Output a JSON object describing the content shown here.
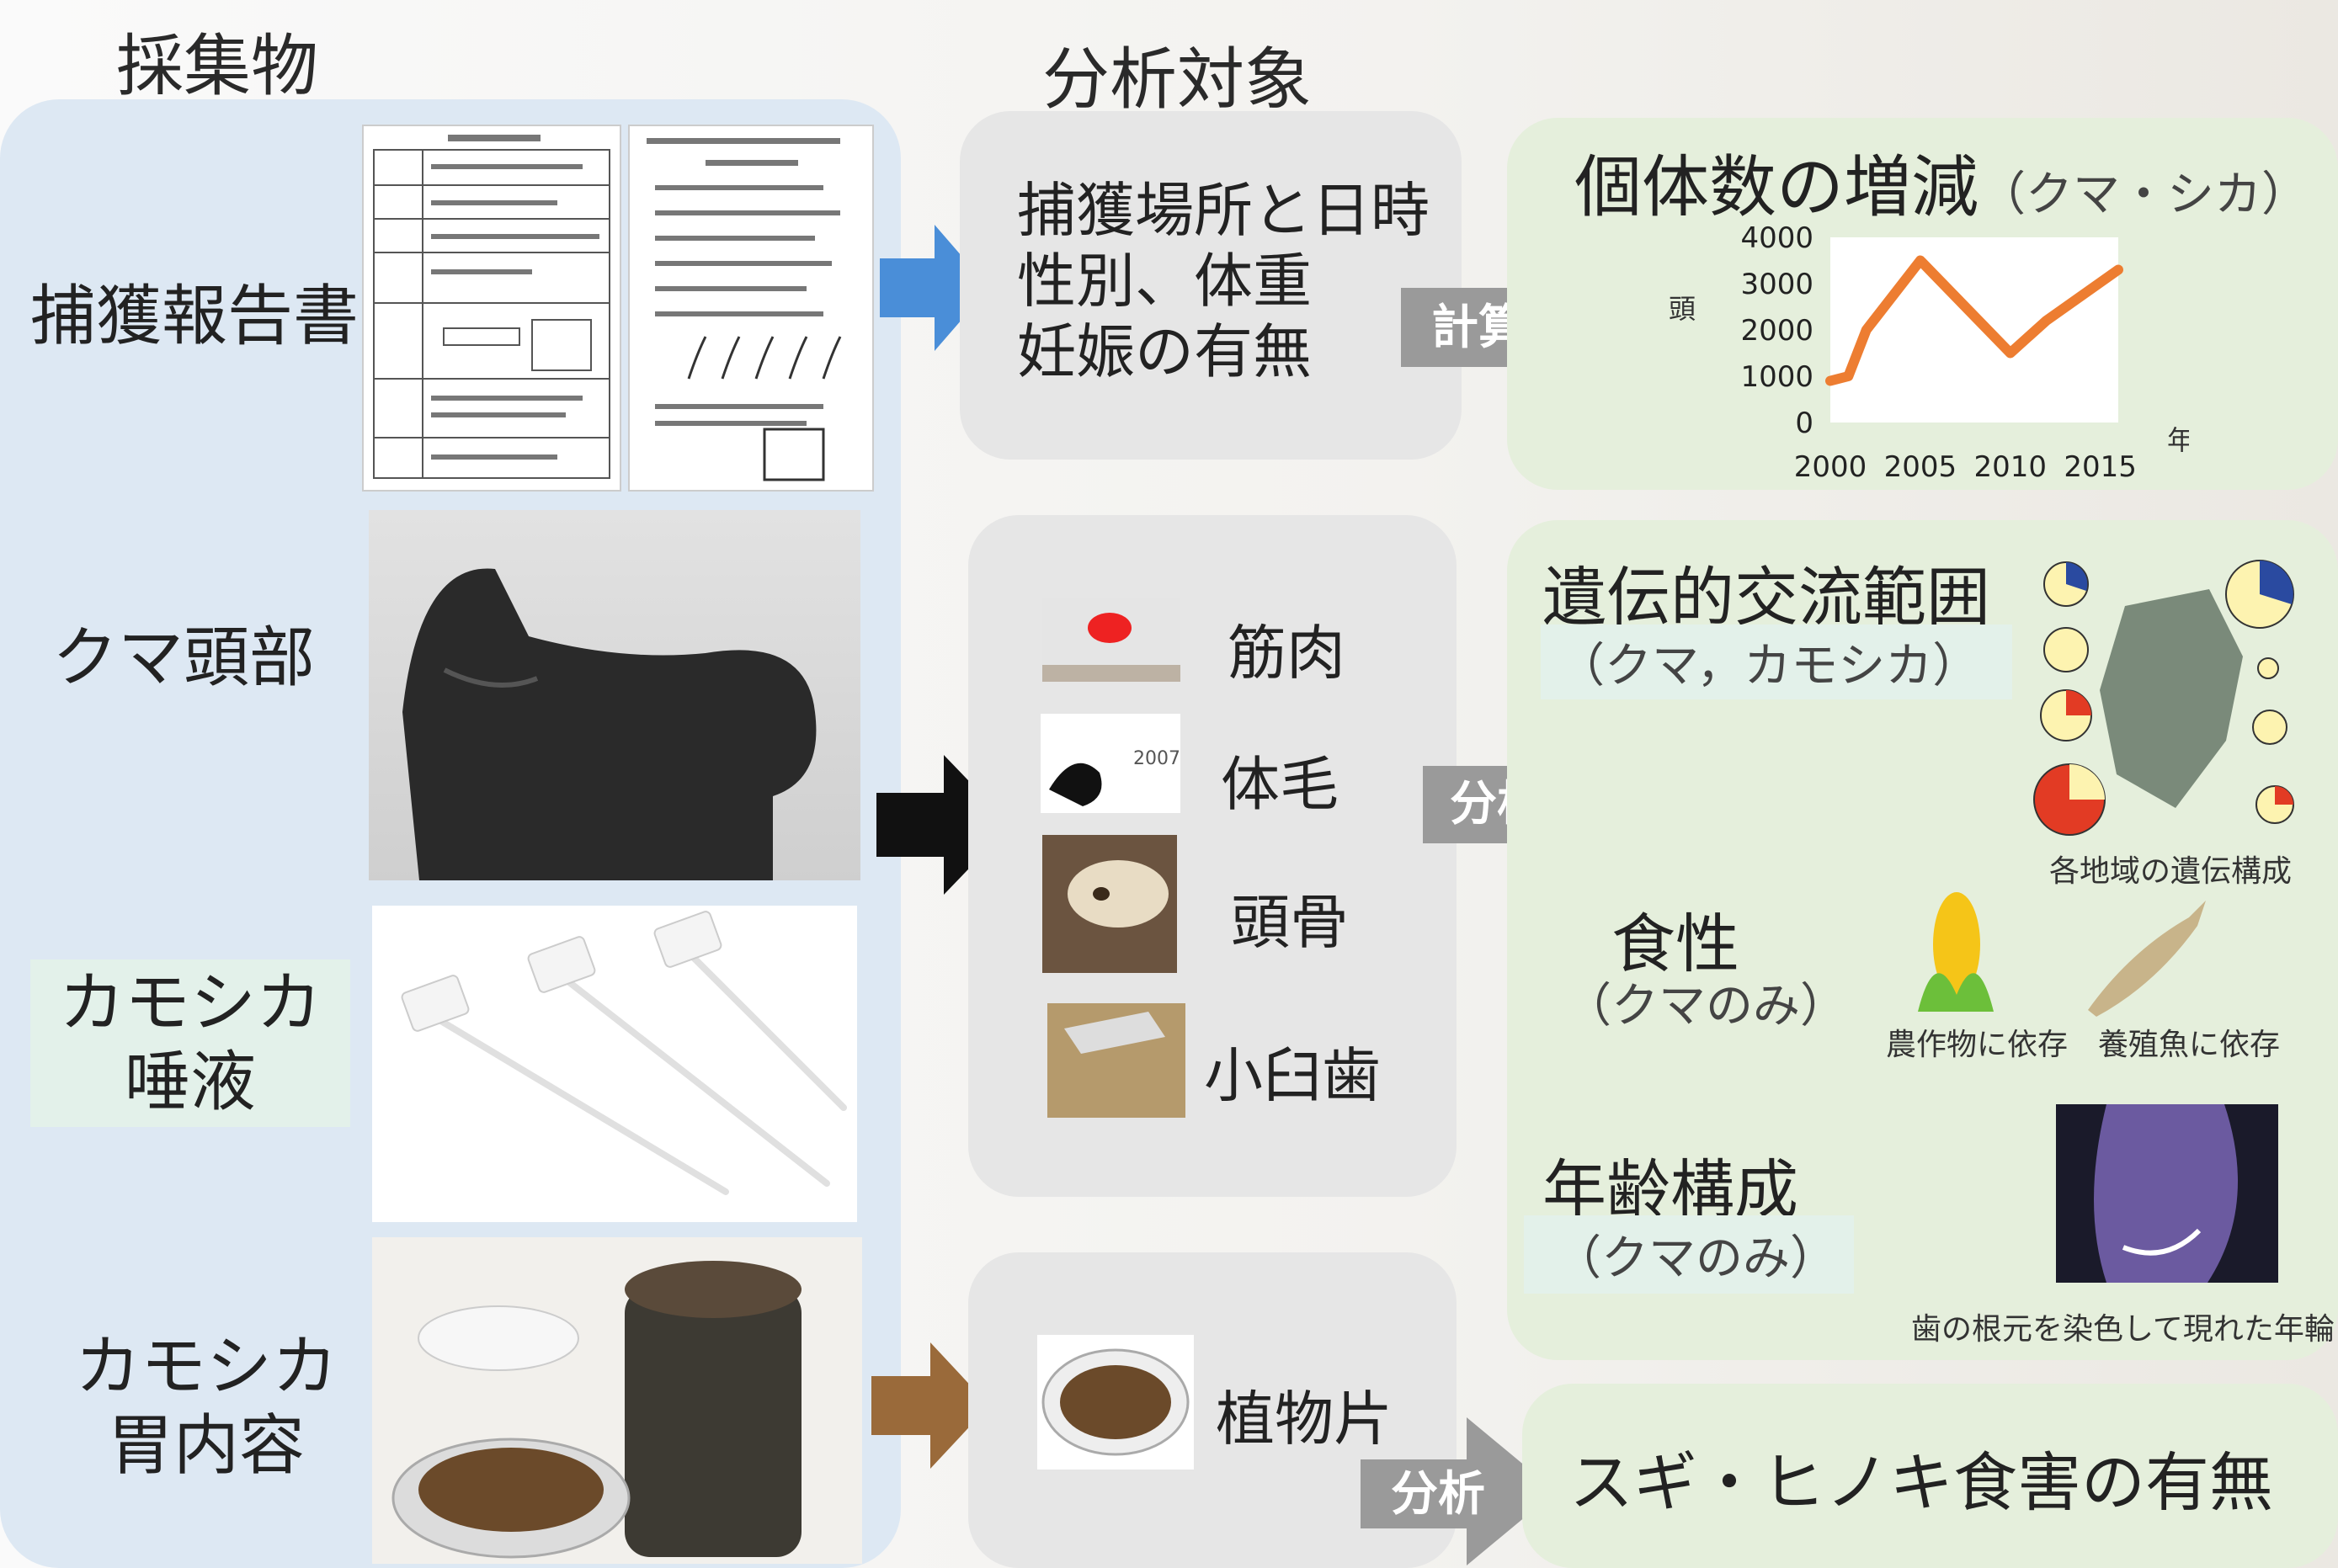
{
  "headers": {
    "collected": "採集物",
    "analysis_target": "分析対象"
  },
  "collected_items": [
    {
      "label": "捕獲報告書"
    },
    {
      "label": "クマ頭部"
    },
    {
      "label": "カモシカ\n唾液"
    },
    {
      "label": "カモシカ\n胃内容"
    }
  ],
  "targets": {
    "capture_info": [
      "捕獲場所と日時",
      "性別、体重",
      "妊娠の有無"
    ],
    "samples": [
      "筋肉",
      "体毛",
      "頭骨",
      "小臼歯"
    ],
    "plant": "植物片"
  },
  "arrow_labels": {
    "calc": "計算",
    "analysis1": "分析",
    "analysis2": "分析"
  },
  "results": {
    "population": {
      "title": "個体数の増減",
      "subtitle": "（クマ・シカ）"
    },
    "genetic": {
      "title": "遺伝的交流範囲",
      "subtitle": "（クマ，カモシカ）",
      "caption": "各地域の遺伝構成"
    },
    "diet": {
      "title": "食性",
      "subtitle": "（クマのみ）",
      "caption_crop": "農作物に依存",
      "caption_fish": "養殖魚に依存"
    },
    "age": {
      "title": "年齢構成",
      "subtitle": "（クマのみ）",
      "caption": "歯の根元を染色して現れた年輪"
    },
    "cedar": {
      "title": "スギ・ヒノキ食害の有無"
    }
  },
  "chart_data": {
    "type": "line",
    "x": [
      2000,
      2001,
      2002,
      2005,
      2010,
      2012,
      2016
    ],
    "series": [
      {
        "values": [
          900,
          1000,
          2000,
          3500,
          1500,
          2200,
          3300
        ]
      }
    ],
    "xticks": [
      "2000",
      "2005",
      "2010",
      "2015"
    ],
    "yticks": [
      "4000",
      "3000",
      "2000",
      "1000",
      "0"
    ],
    "ylabel": "頭",
    "xlabel": "年",
    "ylim": [
      0,
      4000
    ],
    "xlim": [
      2000,
      2016
    ],
    "color": "#ed7d31"
  },
  "colors": {
    "arrow_blue": "#4a8ed8",
    "arrow_black": "#111111",
    "arrow_brown": "#9a6a3a",
    "arrow_grey": "#9a9a9a"
  }
}
